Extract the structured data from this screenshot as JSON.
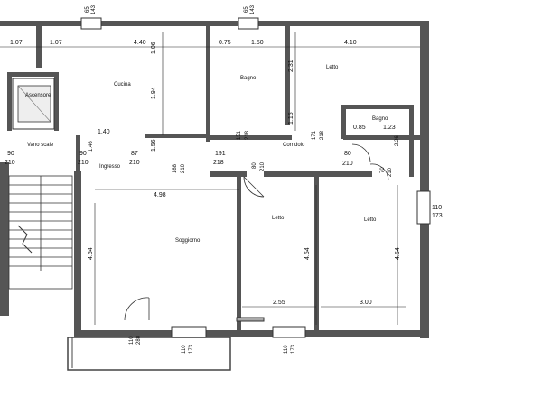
{
  "rooms": {
    "cucina": "Cucina",
    "bagno1": "Bagno",
    "letto1": "Letto",
    "ascensore": "Ascensore",
    "vano_scale": "Vano scale",
    "ingresso": "Ingresso",
    "bagno2": "Bagno",
    "corridoio": "Corridoio",
    "soggiorno": "Soggiorno",
    "letto2": "Letto",
    "letto3": "Letto"
  },
  "dims": {
    "top_107a": "1.07",
    "top_107b": "1.07",
    "top_440": "4.40",
    "top_075": "0.75",
    "top_150": "1.50",
    "top_410": "4.10",
    "v_106": "1.06",
    "v_194": "1.94",
    "v_156": "1.56",
    "v_231": "2.31",
    "v_115": "1.15",
    "win1_a": "65",
    "win1_b": "143",
    "win2_a": "65",
    "win2_b": "143",
    "d_151": "151",
    "d_218a": "218",
    "d_171": "171",
    "d_218b": "218",
    "d_140": "1.40",
    "d_146": "1.46",
    "d_90a": "90",
    "d_210a": "210",
    "d_90b": "90",
    "d_210b": "210",
    "d_87": "87",
    "d_210c": "210",
    "d_188": "188",
    "d_210d": "210",
    "d_191": "191",
    "d_218c": "218",
    "d_80a": "80",
    "d_210e": "210",
    "d_80b": "80",
    "d_210f": "210",
    "d_085": "0.85",
    "d_123": "1.23",
    "d_226": "2.26",
    "d_70": "70",
    "d_210g": "210",
    "d_110a": "110",
    "d_173": "173",
    "d_498": "4.98",
    "d_454a": "4.54",
    "d_454b": "4.54",
    "d_454c": "4.54",
    "d_255": "2.55",
    "d_300": "3.00",
    "d_110b": "110",
    "d_280": "280",
    "d_110c": "110",
    "d_173b": "173",
    "d_110d": "110",
    "d_173c": "173"
  }
}
